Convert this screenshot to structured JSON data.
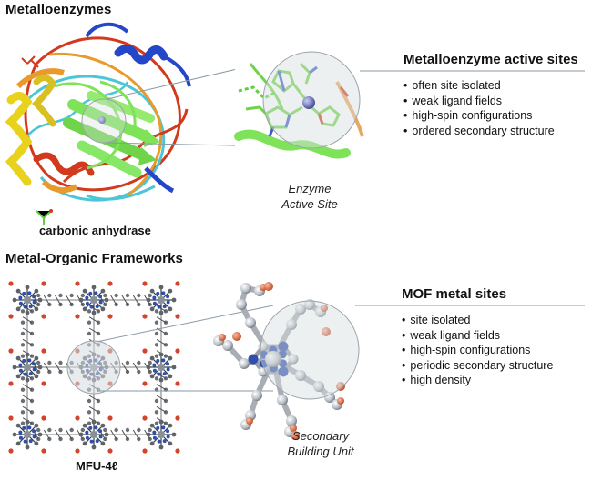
{
  "enzymes": {
    "section_title": "Metalloenzymes",
    "protein_caption": "carbonic anhydrase",
    "zoom_caption_line1": "Enzyme",
    "zoom_caption_line2": "Active Site",
    "panel_title": "Metalloenzyme active sites",
    "bullets": [
      "often site isolated",
      "weak ligand fields",
      "high-spin configurations",
      "ordered secondary structure"
    ]
  },
  "mofs": {
    "section_title": "Metal-Organic Frameworks",
    "framework_caption": "MFU-4ℓ",
    "zoom_caption_line1": "Secondary",
    "zoom_caption_line2": "Building Unit",
    "panel_title": "MOF metal sites",
    "bullets": [
      "site isolated",
      "weak ligand fields",
      "high-spin configurations",
      "periodic secondary structure",
      "high density"
    ]
  },
  "colors": {
    "helix_yellow": "#e8d21c",
    "helix_red": "#d23a1e",
    "strand_green": "#7fe35a",
    "loop_cyan": "#4cc6d6",
    "helix_blue": "#2446c8",
    "metal_sphere": "#8a90c8",
    "zoom_circle": "#d7dde0",
    "rule": "#8a9aa6",
    "oxygen": "#d2452c",
    "nitrogen": "#2f4fae"
  }
}
